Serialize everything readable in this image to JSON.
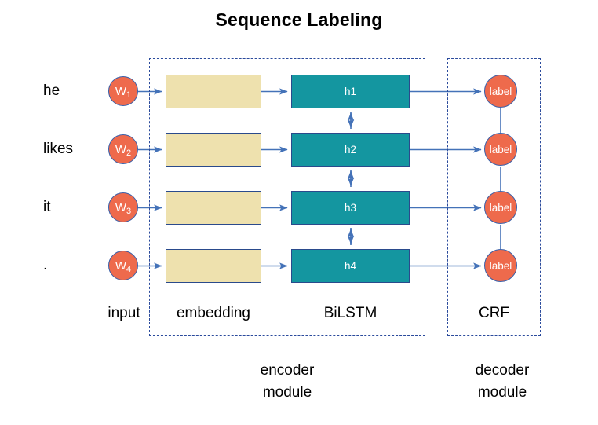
{
  "title": "Sequence Labeling",
  "colors": {
    "token_circle": "#ee6a4c",
    "label_circle": "#ee6a4c",
    "embedding_box": "#eee1ae",
    "bilstm_box": "#1496a0",
    "arrow": "#4472b8",
    "frame_dash": "#2a4a9c",
    "box_border": "#2a4a8c",
    "text": "#000000",
    "box_text": "#ffffff",
    "background": "#ffffff"
  },
  "rows": [
    {
      "word": "he",
      "token": "W",
      "token_sub": "1",
      "hidden": "h1",
      "label": "label"
    },
    {
      "word": "likes",
      "token": "W",
      "token_sub": "2",
      "hidden": "h2",
      "label": "label"
    },
    {
      "word": "it",
      "token": "W",
      "token_sub": "3",
      "hidden": "h3",
      "label": "label"
    },
    {
      "word": ".",
      "token": "W",
      "token_sub": "4",
      "hidden": "h4",
      "label": "label"
    }
  ],
  "layer_captions": {
    "input": "input",
    "embedding": "embedding",
    "bilstm": "BiLSTM",
    "crf": "CRF"
  },
  "modules": {
    "encoder": {
      "line1": "encoder",
      "line2": "module"
    },
    "decoder": {
      "line1": "decoder",
      "line2": "module"
    }
  }
}
